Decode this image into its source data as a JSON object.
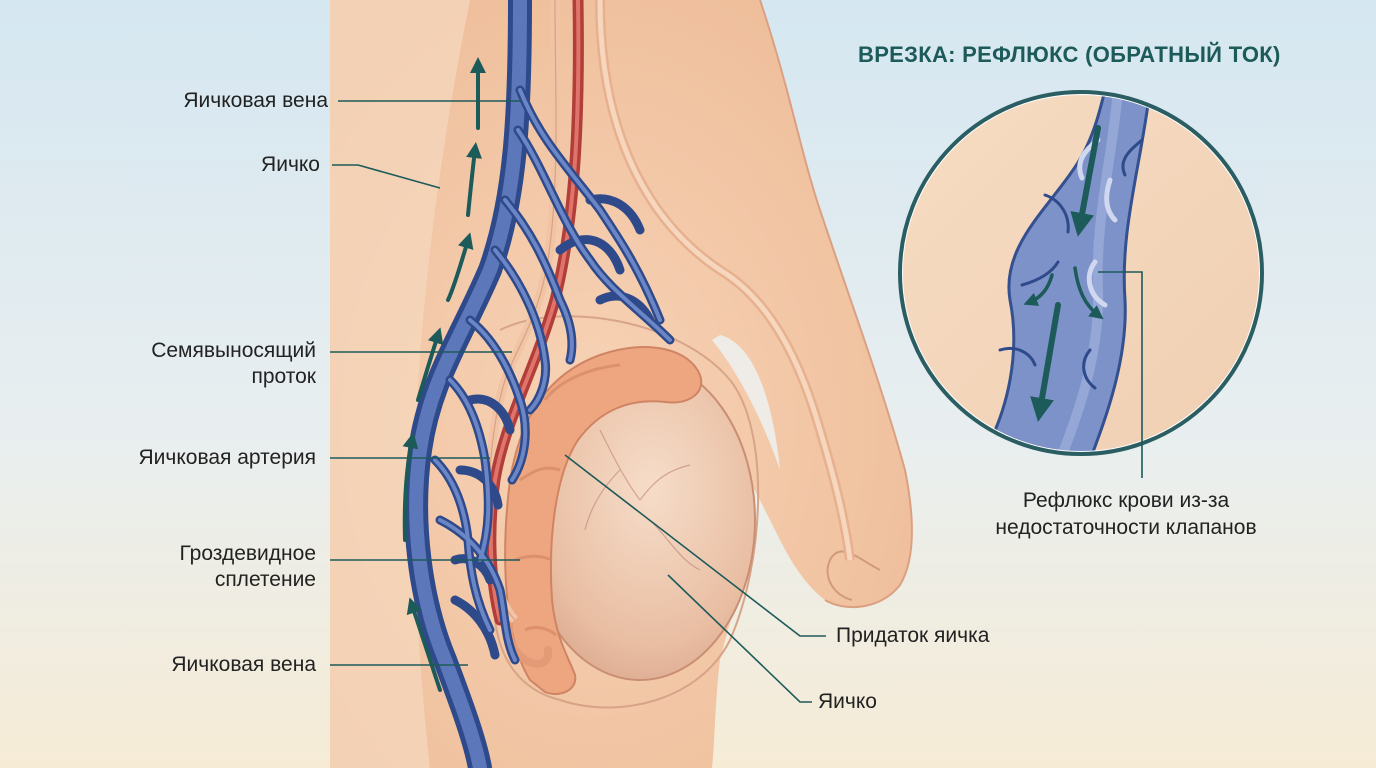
{
  "inset": {
    "title": "ВРЕЗКА: РЕФЛЮКС (ОБРАТНЫЙ ТОК)",
    "caption_line1": "Рефлюкс крови из-за",
    "caption_line2": "недостаточности клапанов"
  },
  "labels": {
    "left_top_vein": "Яичковая вена",
    "left_testis": "Яичко",
    "vas_line1": "Семявыносящий",
    "vas_line2": "проток",
    "artery": "Яичковая артерия",
    "plexus_line1": "Гроздевидное",
    "plexus_line2": "сплетение",
    "left_bottom_vein": "Яичковая вена",
    "epididymis": "Придаток яичка",
    "right_testis": "Яичко"
  },
  "colors": {
    "vein": "#4a67ad",
    "artery": "#c24a43",
    "tissue": "#f3c7a6",
    "epididymis": "#eda680",
    "accent": "#1d5a5a"
  }
}
